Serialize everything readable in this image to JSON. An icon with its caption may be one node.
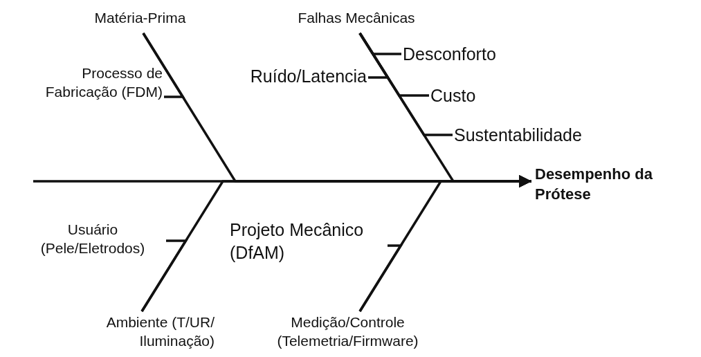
{
  "diagram": {
    "nodes": [
      {
        "text": [
          "Matéria-Prima"
        ]
      },
      {
        "text": [
          "Falhas Mecânicas"
        ]
      },
      {
        "text": [
          "Desconforto"
        ]
      },
      {
        "text": [
          "Processo de Fabricação (FDM)"
        ]
      },
      {
        "text": [
          "Ruído/Latencia"
        ]
      },
      {
        "text": [
          "Custo"
        ]
      },
      {
        "text": [
          "Sustentabilidade"
        ]
      },
      {
        "text": [
          "Desempenho da Prótese"
        ]
      },
      {
        "text": [
          "Usuário (Pele/Eletrodos)"
        ]
      },
      {
        "text": [
          "Projeto Mecânico (DfAM)"
        ]
      },
      {
        "text": [
          "Ambiente (T/UR/ Iluminação)"
        ]
      },
      {
        "text": [
          "Medição/Controle (Telemetria/Firmware)"
        ]
      }
    ],
    "edges": [
      {
        "from": null,
        "to": 7,
        "arrow": "to"
      },
      {
        "from": 0,
        "to": 7,
        "arrow": "to"
      },
      {
        "from": 1,
        "to": 7,
        "arrow": "to"
      },
      {
        "from": 10,
        "to": 7,
        "arrow": "to"
      },
      {
        "from": 11,
        "to": 7,
        "arrow": "to"
      },
      {
        "from": 3,
        "to": 0,
        "arrow": "none"
      },
      {
        "from": 4,
        "to": 1,
        "arrow": "none"
      },
      {
        "from": 2,
        "to": 1,
        "arrow": "none"
      },
      {
        "from": 5,
        "to": 1,
        "arrow": "none"
      },
      {
        "from": 6,
        "to": 1,
        "arrow": "none"
      },
      {
        "from": 8,
        "to": 10,
        "arrow": "none"
      },
      {
        "from": 9,
        "to": 11,
        "arrow": "none"
      }
    ]
  }
}
